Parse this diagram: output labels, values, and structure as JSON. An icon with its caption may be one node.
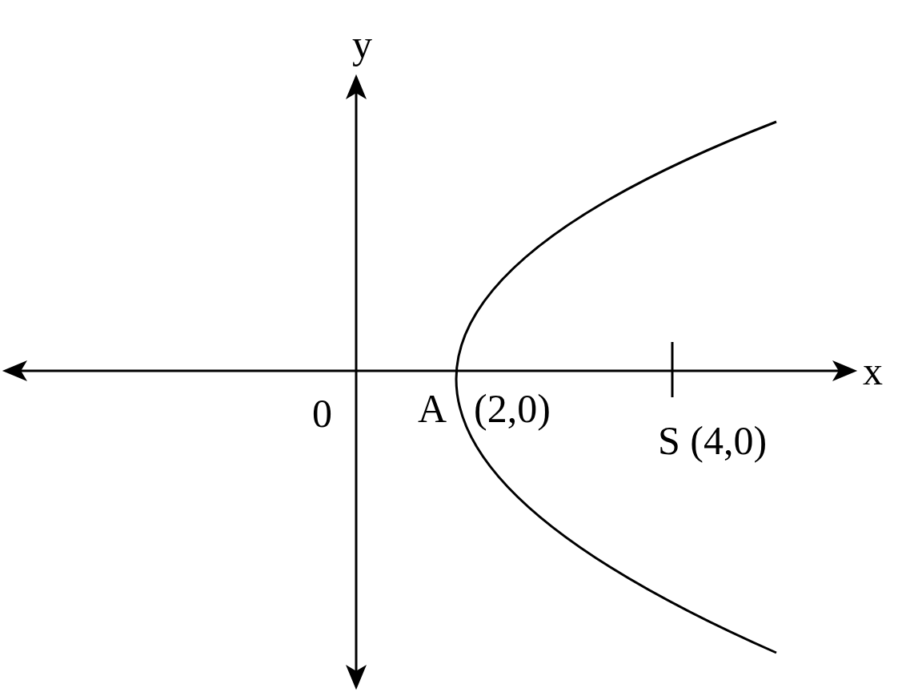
{
  "diagram": {
    "labels": [
      "y",
      "x",
      "0",
      "A",
      "(2,0)",
      "S (4,0)"
    ]
  }
}
